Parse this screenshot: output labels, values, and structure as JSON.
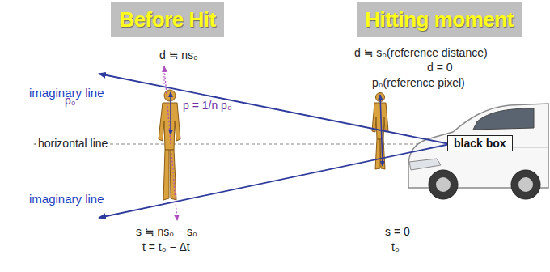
{
  "diagram": {
    "nodes": [
      {
        "text": [
          "Before Hit"
        ]
      },
      {
        "text": [
          "Hitting moment"
        ]
      },
      {
        "text": [
          "black box"
        ]
      }
    ],
    "labels": [
      "d ≒ ns₀",
      "d ≒ s₀(reference distance)",
      "d = 0",
      "imaginary line",
      "p₀",
      "p = 1/n p₀",
      "horizontal line",
      "p₀(reference pixel)",
      "imaginary line",
      "s ≒ ns₀ − s₀",
      "t = t₀ − Δt",
      "s = 0",
      "t₀"
    ]
  }
}
